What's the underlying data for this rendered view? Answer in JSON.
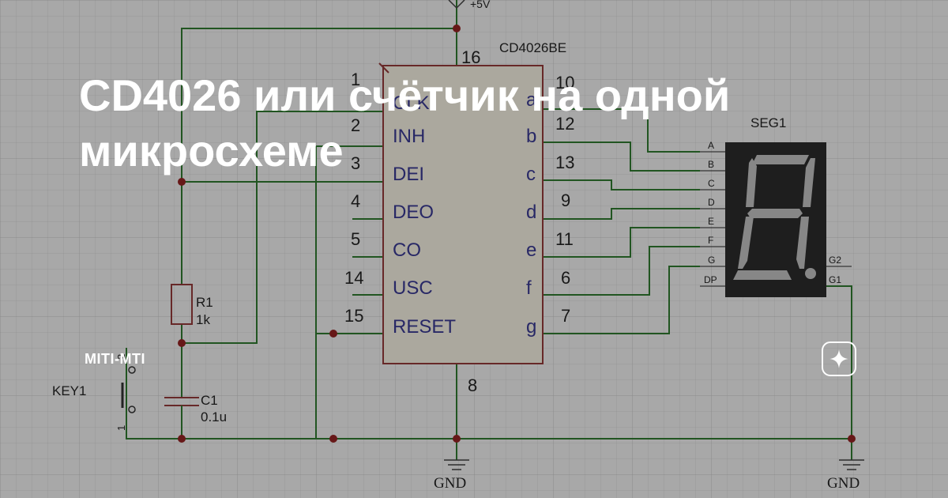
{
  "headline": {
    "line1": "CD4026 или счётчик на одной",
    "line2": "микросхеме"
  },
  "author": "MITI-MTI",
  "brand_icon": "sparkle-icon",
  "colors": {
    "wire": "#1f6f1f",
    "chip_outline": "#8b2a2a",
    "junction": "#8b1010",
    "pin_label": "#2a2a8a",
    "text": "#111111",
    "display_body": "#1a1a1a",
    "display_segment": "#bdbdbd"
  },
  "schematic": {
    "supply_label": "+5V",
    "ic": {
      "part": "CD4026BE",
      "top_pin": "16",
      "bottom_pin": "8",
      "left_pins": [
        {
          "num": "1",
          "name": "CLK"
        },
        {
          "num": "2",
          "name": "INH"
        },
        {
          "num": "3",
          "name": "DEI"
        },
        {
          "num": "4",
          "name": "DEO"
        },
        {
          "num": "5",
          "name": "CO"
        },
        {
          "num": "14",
          "name": "USC"
        },
        {
          "num": "15",
          "name": "RESET"
        }
      ],
      "right_pins": [
        {
          "num": "10",
          "name": "a"
        },
        {
          "num": "12",
          "name": "b"
        },
        {
          "num": "13",
          "name": "c"
        },
        {
          "num": "9",
          "name": "d"
        },
        {
          "num": "11",
          "name": "e"
        },
        {
          "num": "6",
          "name": "f"
        },
        {
          "num": "7",
          "name": "g"
        }
      ]
    },
    "display": {
      "name": "SEG1",
      "inputs": [
        "A",
        "B",
        "C",
        "D",
        "E",
        "F",
        "G",
        "DP"
      ],
      "grounds": [
        "G2",
        "G1"
      ]
    },
    "resistor": {
      "name": "R1",
      "value": "1k"
    },
    "capacitor": {
      "name": "C1",
      "value": "0.1u"
    },
    "key": {
      "name": "KEY1",
      "pin1": "1",
      "pin2": "2"
    },
    "ground_label": "GND"
  }
}
